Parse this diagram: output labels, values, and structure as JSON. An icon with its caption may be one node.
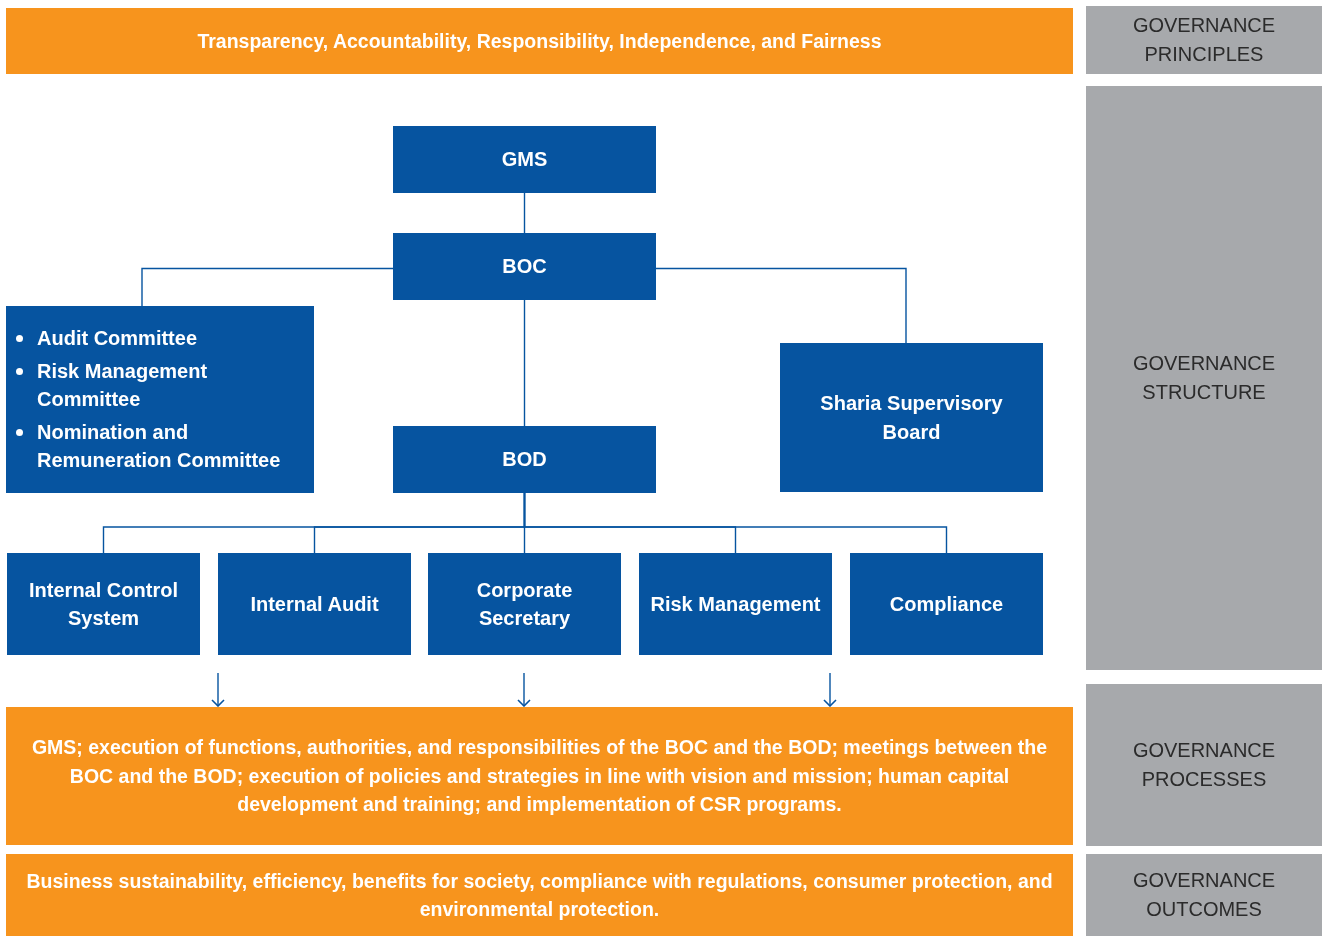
{
  "diagram": {
    "nodes": [
      {
        "text": [
          "Transparency, Accountability, Responsibility, Independence, and Fairness"
        ]
      },
      {
        "text": [
          "GOVERNANCE PRINCIPLES"
        ]
      },
      {
        "text": [
          "GOVERNANCE STRUCTURE"
        ]
      },
      {
        "text": [
          "GMS"
        ]
      },
      {
        "text": [
          "BOC"
        ]
      },
      {
        "text": [
          "Audit Committee",
          "Risk Management Committee",
          "Nomination and Remuneration Committee"
        ]
      },
      {
        "text": [
          "Sharia Supervisory Board"
        ]
      },
      {
        "text": [
          "BOD"
        ]
      },
      {
        "text": [
          "Internal Control System"
        ]
      },
      {
        "text": [
          "Internal Audit"
        ]
      },
      {
        "text": [
          "Corporate Secretary"
        ]
      },
      {
        "text": [
          "Risk Management"
        ]
      },
      {
        "text": [
          "Compliance"
        ]
      },
      {
        "text": [
          "GMS; execution of functions, authorities, and responsibilities of the BOC and the BOD; meetings between the BOC and the BOD; execution of policies and strategies in line with vision and mission; human capital development and training; and implementation of CSR programs."
        ]
      },
      {
        "text": [
          "GOVERNANCE PROCESSES"
        ]
      },
      {
        "text": [
          "Business sustainability, efficiency, benefits for society, compliance with regulations, consumer protection, and environmental protection."
        ]
      },
      {
        "text": [
          "GOVERNANCE OUTCOMES"
        ]
      }
    ],
    "edges": [
      {
        "from": 3,
        "to": 4,
        "arrow": "none"
      },
      {
        "from": 4,
        "to": 5,
        "arrow": "none"
      },
      {
        "from": 4,
        "to": 6,
        "arrow": "none"
      },
      {
        "from": 4,
        "to": 7,
        "arrow": "none"
      },
      {
        "from": 7,
        "to": 8,
        "arrow": "none"
      },
      {
        "from": 7,
        "to": 9,
        "arrow": "none"
      },
      {
        "from": 7,
        "to": 10,
        "arrow": "none"
      },
      {
        "from": 7,
        "to": 11,
        "arrow": "none"
      },
      {
        "from": 7,
        "to": 12,
        "arrow": "none"
      },
      {
        "from": null,
        "to": 13,
        "arrow": "to"
      },
      {
        "from": null,
        "to": 13,
        "arrow": "to"
      },
      {
        "from": null,
        "to": 13,
        "arrow": "to"
      }
    ]
  }
}
